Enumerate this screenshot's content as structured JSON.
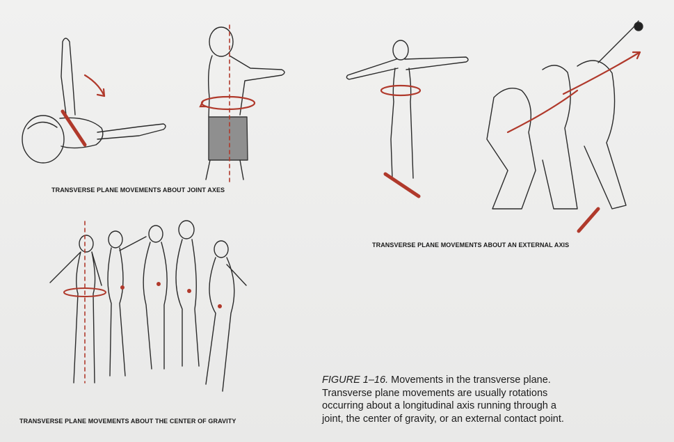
{
  "panels": {
    "joint_axes": {
      "label": "TRANSVERSE PLANE MOVEMENTS ABOUT JOINT AXES"
    },
    "external_axis": {
      "label": "TRANSVERSE PLANE MOVEMENTS ABOUT AN EXTERNAL AXIS"
    },
    "center_of_gravity": {
      "label": "TRANSVERSE PLANE MOVEMENTS ABOUT THE CENTER OF GRAVITY"
    }
  },
  "caption": {
    "figure_number": "FIGURE 1–16.",
    "lines": [
      "Movements in the transverse plane.",
      "Transverse plane movements are usually rotations",
      "occurring about a longitudinal axis running through a",
      "joint, the center of gravity, or an external contact point."
    ]
  },
  "colors": {
    "axis_red": "#b0392b",
    "ink": "#2a2a2a",
    "shorts_gray": "#8f8f8f"
  }
}
